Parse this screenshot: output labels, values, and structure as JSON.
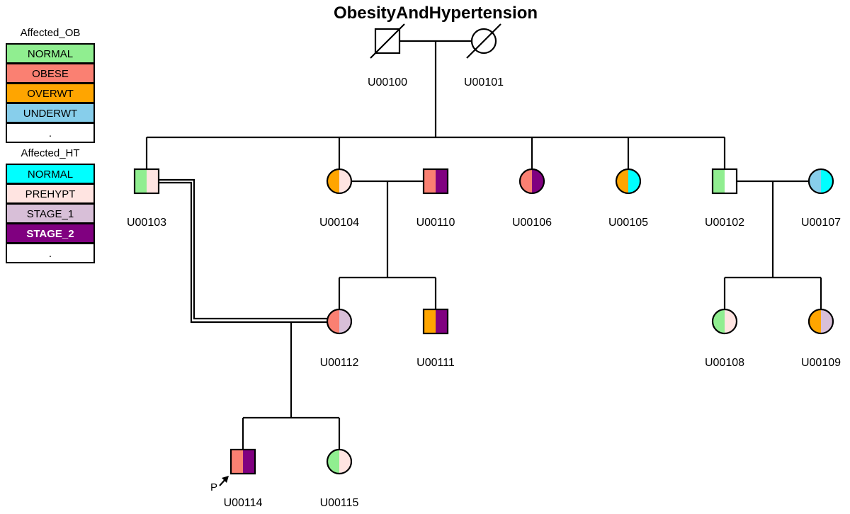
{
  "title": "ObesityAndHypertension",
  "legends": [
    {
      "key": "ob",
      "title": "Affected_OB",
      "entries": [
        {
          "label": "NORMAL",
          "color": "#90ee90",
          "light_text": false
        },
        {
          "label": "OBESE",
          "color": "#fa8072",
          "light_text": false
        },
        {
          "label": "OVERWT",
          "color": "#ffa500",
          "light_text": false
        },
        {
          "label": "UNDERWT",
          "color": "#87ceeb",
          "light_text": false
        },
        {
          "label": ".",
          "color": "#ffffff",
          "light_text": false
        }
      ]
    },
    {
      "key": "ht",
      "title": "Affected_HT",
      "entries": [
        {
          "label": "NORMAL",
          "color": "#00ffff",
          "light_text": false
        },
        {
          "label": "PREHYPT",
          "color": "#ffe4e1",
          "light_text": false
        },
        {
          "label": "STAGE_1",
          "color": "#d8bfd8",
          "light_text": false
        },
        {
          "label": "STAGE_2",
          "color": "#800080",
          "light_text": true
        },
        {
          "label": ".",
          "color": "#ffffff",
          "light_text": false
        }
      ]
    }
  ],
  "individuals": [
    {
      "id": "U00100",
      "sex": "male",
      "deceased": true,
      "ob": ".",
      "ht": "."
    },
    {
      "id": "U00101",
      "sex": "female",
      "deceased": true,
      "ob": ".",
      "ht": "."
    },
    {
      "id": "U00103",
      "sex": "male",
      "deceased": false,
      "ob": "NORMAL",
      "ht": "PREHYPT"
    },
    {
      "id": "U00104",
      "sex": "female",
      "deceased": false,
      "ob": "OVERWT",
      "ht": "PREHYPT"
    },
    {
      "id": "U00110",
      "sex": "male",
      "deceased": false,
      "ob": "OBESE",
      "ht": "STAGE_2"
    },
    {
      "id": "U00106",
      "sex": "female",
      "deceased": false,
      "ob": "OBESE",
      "ht": "STAGE_2"
    },
    {
      "id": "U00105",
      "sex": "female",
      "deceased": false,
      "ob": "OVERWT",
      "ht": "NORMAL"
    },
    {
      "id": "U00102",
      "sex": "male",
      "deceased": false,
      "ob": "NORMAL",
      "ht": "."
    },
    {
      "id": "U00107",
      "sex": "female",
      "deceased": false,
      "ob": "UNDERWT",
      "ht": "NORMAL"
    },
    {
      "id": "U00112",
      "sex": "female",
      "deceased": false,
      "ob": "OBESE",
      "ht": "STAGE_1"
    },
    {
      "id": "U00111",
      "sex": "male",
      "deceased": false,
      "ob": "OVERWT",
      "ht": "STAGE_2"
    },
    {
      "id": "U00108",
      "sex": "female",
      "deceased": false,
      "ob": "NORMAL",
      "ht": "PREHYPT"
    },
    {
      "id": "U00109",
      "sex": "female",
      "deceased": false,
      "ob": "OVERWT",
      "ht": "STAGE_1"
    },
    {
      "id": "U00114",
      "sex": "male",
      "deceased": false,
      "ob": "OBESE",
      "ht": "STAGE_2",
      "proband": true
    },
    {
      "id": "U00115",
      "sex": "female",
      "deceased": false,
      "ob": "NORMAL",
      "ht": "PREHYPT"
    }
  ],
  "unions": [
    {
      "partners": [
        "U00100",
        "U00101"
      ],
      "children": [
        "U00103",
        "U00104",
        "U00106",
        "U00105",
        "U00102"
      ],
      "consanguineous": false
    },
    {
      "partners": [
        "U00104",
        "U00110"
      ],
      "children": [
        "U00112",
        "U00111"
      ],
      "consanguineous": false
    },
    {
      "partners": [
        "U00102",
        "U00107"
      ],
      "children": [
        "U00108",
        "U00109"
      ],
      "consanguineous": false
    },
    {
      "partners": [
        "U00103",
        "U00112"
      ],
      "children": [
        "U00114",
        "U00115"
      ],
      "consanguineous": true
    }
  ],
  "proband_marker": "P"
}
